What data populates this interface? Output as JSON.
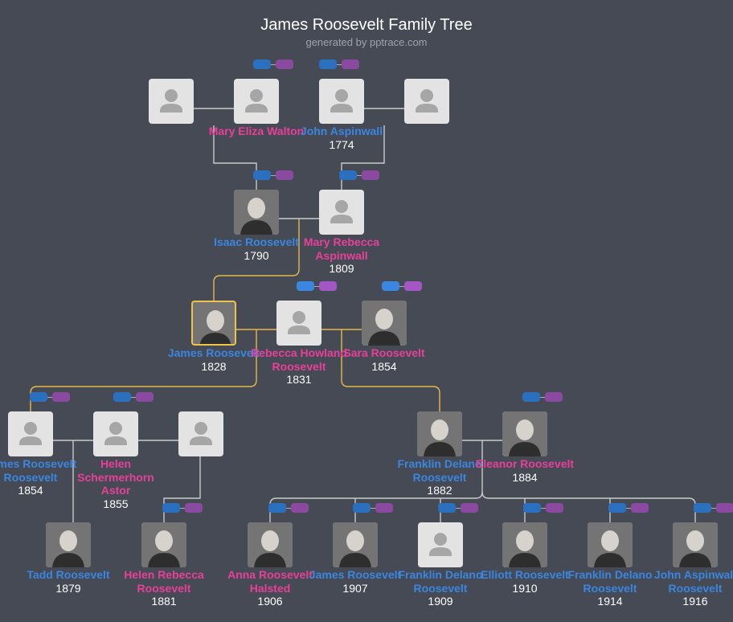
{
  "header": {
    "title": "James Roosevelt Family Tree",
    "subtitle": "generated by pptrace.com"
  },
  "colors": {
    "background": "#454a54",
    "male": "#3a86e0",
    "female": "#e8409a",
    "selected_border": "#f0c24b",
    "line": "#c9c9c9",
    "highlight_line": "#e8b84a"
  },
  "people": [
    {
      "id": "ggp1",
      "name": "",
      "year": "",
      "sex": "m",
      "photo": "placeholder"
    },
    {
      "id": "mary_walton",
      "name": "Mary Eliza Walton",
      "year": "",
      "sex": "f",
      "photo": "placeholder"
    },
    {
      "id": "john_aspinwall_1774",
      "name": "John Aspinwall",
      "year": "1774",
      "sex": "m",
      "photo": "placeholder"
    },
    {
      "id": "ggp4",
      "name": "",
      "year": "",
      "sex": "f",
      "photo": "placeholder"
    },
    {
      "id": "isaac",
      "name": "Isaac Roosevelt",
      "year": "1790",
      "sex": "m",
      "photo": "portrait"
    },
    {
      "id": "mary_rebecca",
      "name": "Mary Rebecca Aspinwall",
      "year": "1809",
      "sex": "f",
      "photo": "placeholder"
    },
    {
      "id": "james_1828",
      "name": "James Roosevelt",
      "year": "1828",
      "sex": "m",
      "photo": "portrait",
      "selected": true
    },
    {
      "id": "rebecca",
      "name": "Rebecca Howland Roosevelt",
      "year": "1831",
      "sex": "f",
      "photo": "placeholder"
    },
    {
      "id": "sara",
      "name": "Sara Roosevelt",
      "year": "1854",
      "sex": "f",
      "photo": "portrait"
    },
    {
      "id": "james_rr",
      "name": "James Roosevelt Roosevelt",
      "year": "1854",
      "sex": "m",
      "photo": "placeholder"
    },
    {
      "id": "helen_astor",
      "name": "Helen Schermerhorn Astor",
      "year": "1855",
      "sex": "f",
      "photo": "placeholder"
    },
    {
      "id": "spouse_unknown",
      "name": "",
      "year": "",
      "sex": "m",
      "photo": "placeholder"
    },
    {
      "id": "fdr",
      "name": "Franklin Delano Roosevelt",
      "year": "1882",
      "sex": "m",
      "photo": "portrait"
    },
    {
      "id": "eleanor",
      "name": "Eleanor Roosevelt",
      "year": "1884",
      "sex": "f",
      "photo": "portrait"
    },
    {
      "id": "tadd",
      "name": "Tadd Roosevelt",
      "year": "1879",
      "sex": "m",
      "photo": "portrait"
    },
    {
      "id": "helen_rr",
      "name": "Helen Rebecca Roosevelt",
      "year": "1881",
      "sex": "f",
      "photo": "portrait"
    },
    {
      "id": "anna",
      "name": "Anna Roosevelt Halsted",
      "year": "1906",
      "sex": "f",
      "photo": "portrait"
    },
    {
      "id": "james_1907",
      "name": "James Roosevelt",
      "year": "1907",
      "sex": "m",
      "photo": "portrait"
    },
    {
      "id": "fdr_1909",
      "name": "Franklin Delano Roosevelt",
      "year": "1909",
      "sex": "m",
      "photo": "placeholder"
    },
    {
      "id": "elliott",
      "name": "Elliott Roosevelt",
      "year": "1910",
      "sex": "m",
      "photo": "portrait"
    },
    {
      "id": "fdr_jr",
      "name": "Franklin Delano Roosevelt",
      "year": "1914",
      "sex": "m",
      "photo": "portrait"
    },
    {
      "id": "john_ar",
      "name": "John Aspinwall Roosevelt",
      "year": "1916",
      "sex": "m",
      "photo": "portrait"
    }
  ]
}
